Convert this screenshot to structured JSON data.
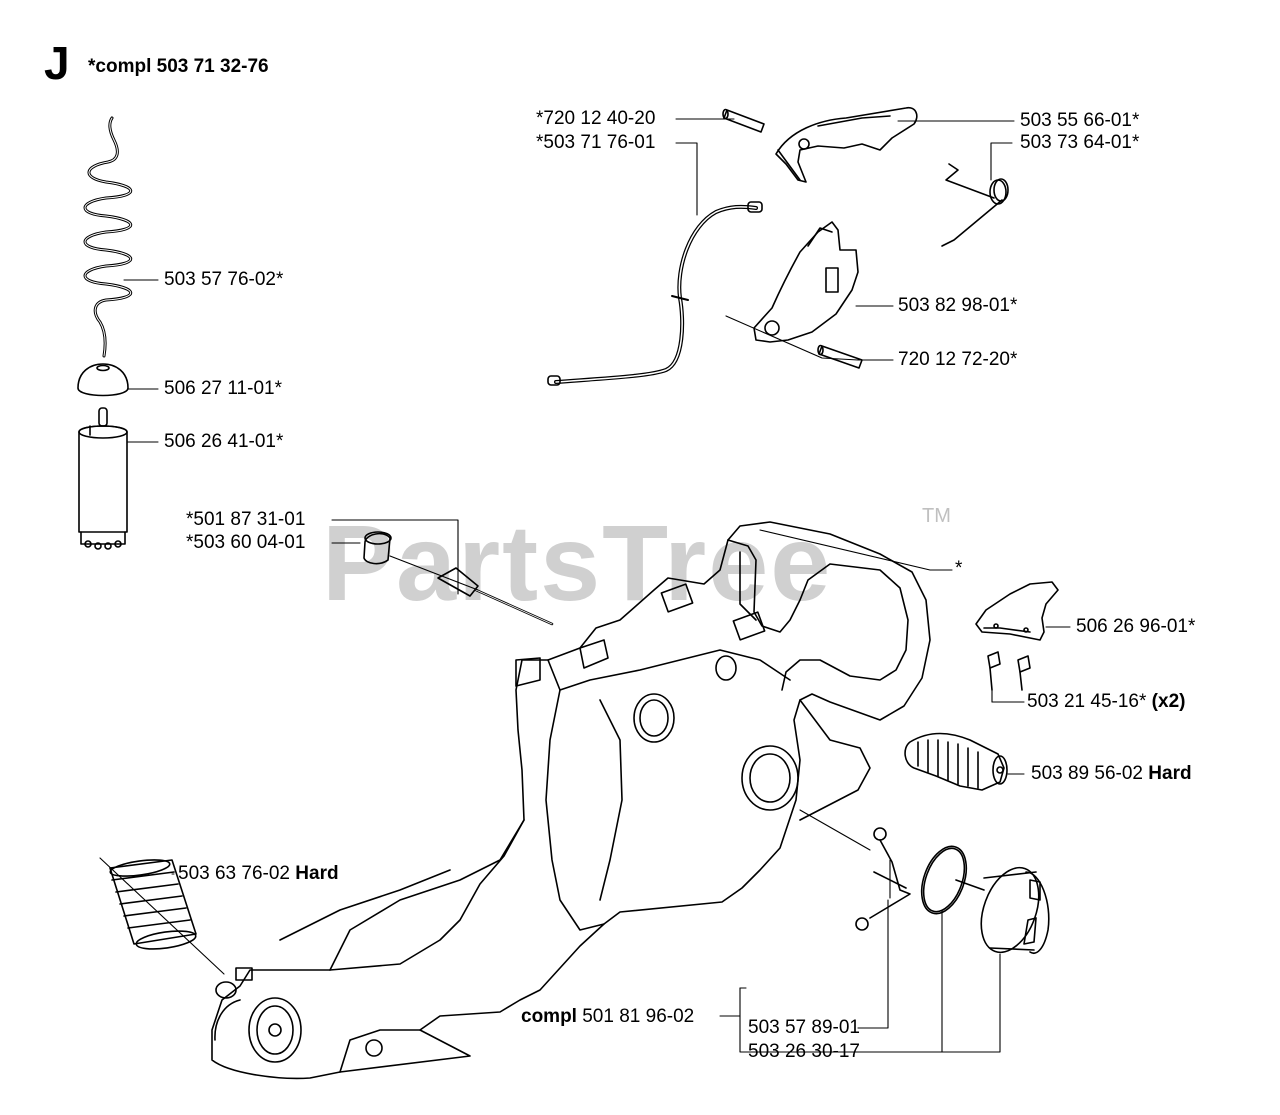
{
  "section": {
    "letter": "J",
    "title": "*compl 503 71 32-76"
  },
  "watermark": {
    "text": "PartsTree",
    "tm": "TM"
  },
  "labels": {
    "spiral_hose": "503 57 76-02*",
    "filter_cap": "506 27 11-01*",
    "fuel_filter": "506 26 41-01*",
    "pin_top": "*720 12 40-20",
    "cable": "*503 71 76-01",
    "throttle_trigger": "503 55 66-01*",
    "spring": "503 73 64-01*",
    "lockout": "503 82 98-01*",
    "pin_mid": "720 12 72-20*",
    "grommet_a": "*501 87 31-01",
    "grommet_b": "*503 60 04-01",
    "tank_star": "*",
    "guard_plate": "506 26 96-01*",
    "screws": "503 21 45-16*",
    "screws_qty": "(x2)",
    "av_right": "503 89 56-02",
    "av_right_note": "Hard",
    "av_left": "503 63 76-02",
    "av_left_note": "Hard",
    "compl_prefix": "compl",
    "compl_number": "501 81 96-02",
    "cap_wire": "503 57 89-01",
    "cap_oring": "503 26 30-17"
  }
}
